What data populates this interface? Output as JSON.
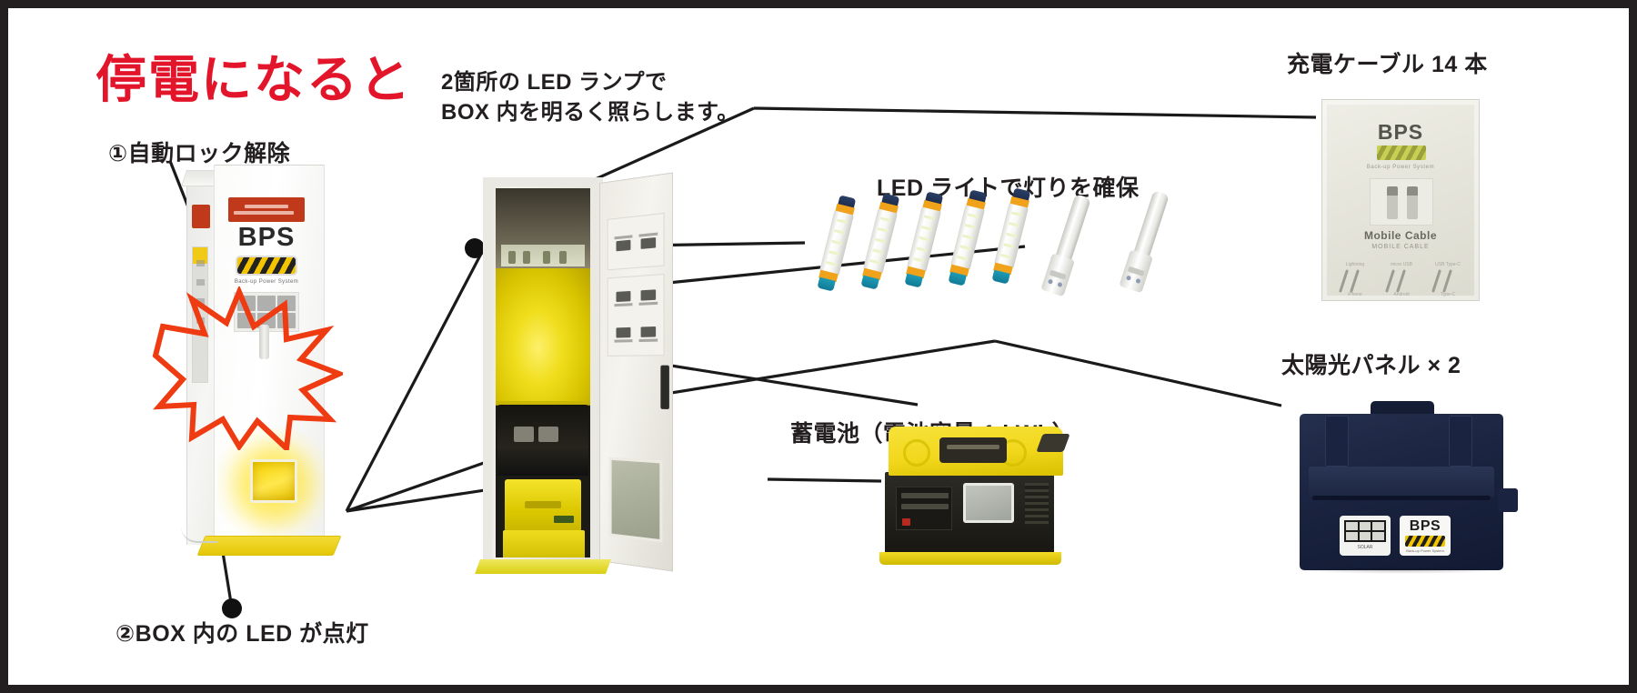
{
  "figure": {
    "headline": "停電になると",
    "headline_color": "#e2152a",
    "border_color": "#231f20",
    "background": "#ffffff"
  },
  "captions": {
    "step1": "①自動ロック解除",
    "step2": "②BOX 内の LED が点灯",
    "box_lamps_line1": "2箇所の LED ランプで",
    "box_lamps_line2": "BOX 内を明るく照らします。",
    "led_light": "LED ライトで灯りを確保",
    "charging_cable": "充電ケーブル 14 本",
    "battery": "蓄電池（電池容量 1 kWh）",
    "solar_panel": "太陽光パネル × 2"
  },
  "kiosk": {
    "brand": "BPS",
    "tagline": "Back-up Power System",
    "name": "bps-kiosk-tower"
  },
  "cabinet": {
    "name": "bps-storage-box"
  },
  "cable_pack": {
    "brand": "BPS",
    "tagline": "Back-up Power System",
    "product": "Mobile Cable",
    "code": "MOBILE CABLE",
    "connectors": [
      {
        "top": "Lightning",
        "bottom": "iPhone"
      },
      {
        "top": "micro USB",
        "bottom": "Android"
      },
      {
        "top": "USB Type-C",
        "bottom": "Type-C"
      }
    ]
  },
  "solar_bag": {
    "brand": "BPS",
    "tagline": "Back-up Power System",
    "panel_label": "SOLAR"
  },
  "items": {
    "led_tube_count": 5,
    "flashlight_count": 2
  }
}
